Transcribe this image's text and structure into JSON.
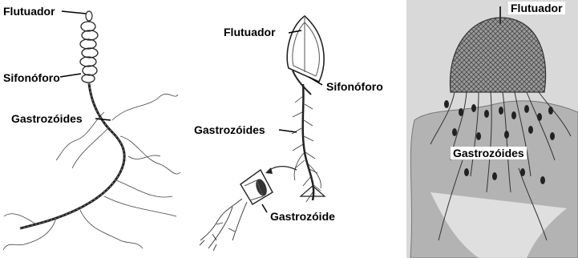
{
  "panels": [
    {
      "labels": {
        "float": "Flutuador",
        "siphonophore": "Sifonóforo",
        "gastrozooids": "Gastrozóides"
      }
    },
    {
      "labels": {
        "float": "Flutuador",
        "siphonophore": "Sifonóforo",
        "gastrozooids": "Gastrozóides",
        "gastrozooid": "Gastrozóide"
      }
    },
    {
      "labels": {
        "float": "Flutuador",
        "gastrozooids": "Gastrozóides"
      }
    }
  ]
}
